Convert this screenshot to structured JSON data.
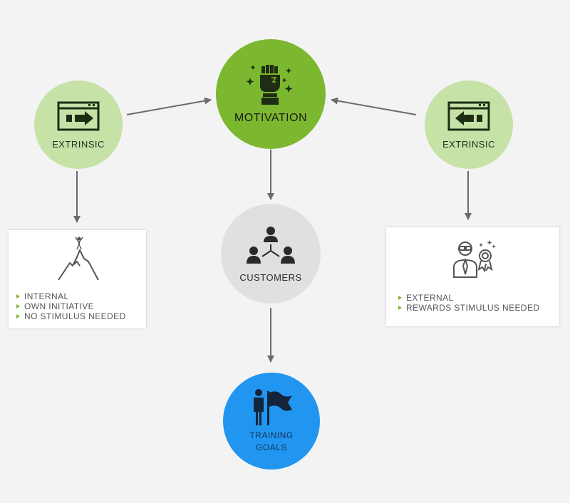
{
  "nodes": {
    "motivation": {
      "label": "MOTIVATION",
      "color": "#7cb82f"
    },
    "extrinsic_left": {
      "label": "EXTRINSIC",
      "color": "#c6e2a7"
    },
    "extrinsic_right": {
      "label": "EXTRINSIC",
      "color": "#c6e2a7"
    },
    "customers": {
      "label": "CUSTOMERS",
      "color": "#e0e0e0"
    },
    "training_goals": {
      "label_line1": "TRAINING",
      "label_line2": "GOALS",
      "color": "#2196f0"
    }
  },
  "boxes": {
    "left": {
      "icon": "mountain-climber-icon",
      "items": [
        "INTERNAL",
        "OWN INITIATIVE",
        "NO STIMULUS NEEDED"
      ]
    },
    "right": {
      "icon": "businessman-award-icon",
      "items": [
        "EXTERNAL",
        "REWARDS STIMULUS NEEDED"
      ]
    }
  },
  "colors": {
    "arrow": "#6b6b6b",
    "bullet": "#7cb82f"
  }
}
